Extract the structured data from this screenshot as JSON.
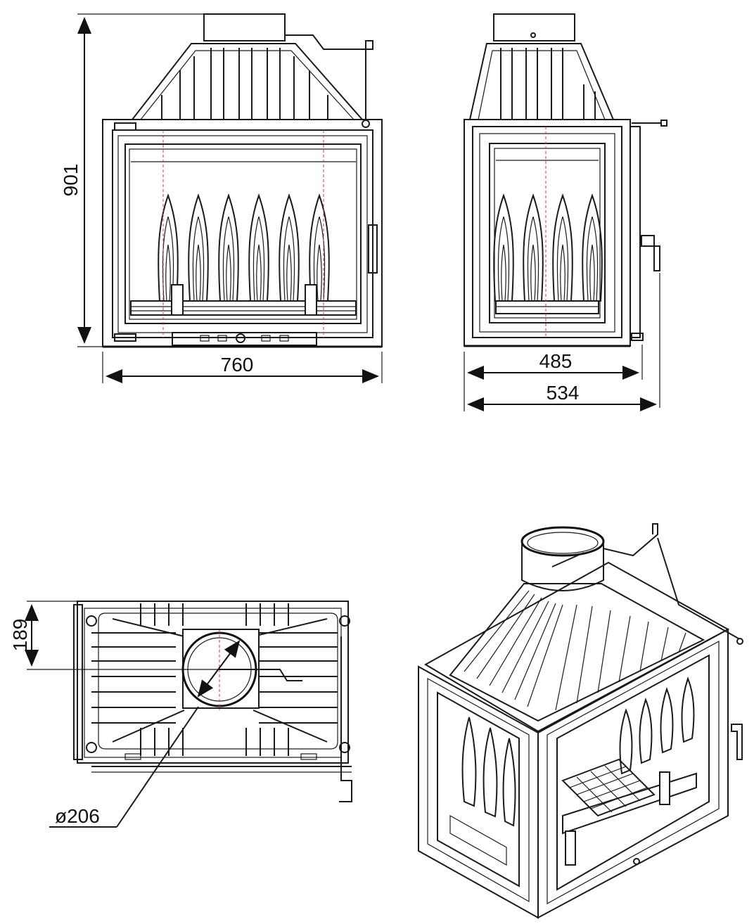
{
  "dimensions": {
    "height": "901",
    "front_width": "760",
    "side_depth_inner": "485",
    "side_depth_outer": "534",
    "top_offset": "189",
    "flue_diameter": "ø206"
  },
  "colors": {
    "line": "#1a1a1a",
    "center_mark": "#d23a3a",
    "background": "#ffffff"
  }
}
